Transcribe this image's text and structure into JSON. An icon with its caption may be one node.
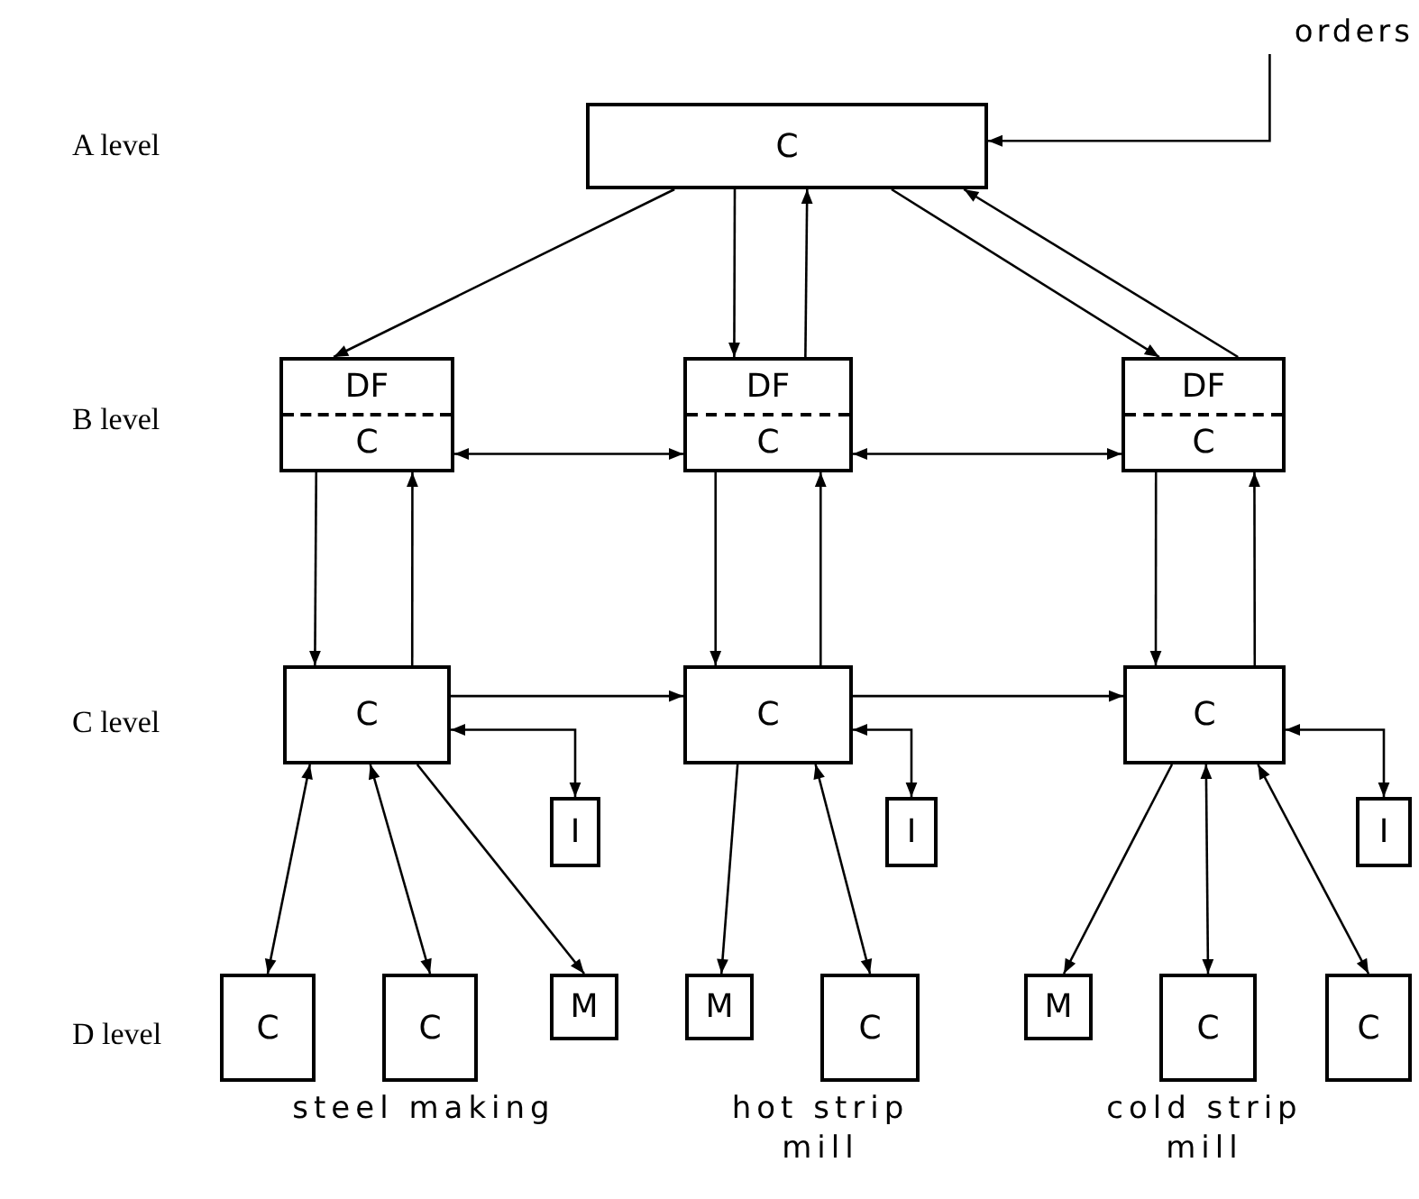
{
  "diagram": {
    "nodes": [
      {
        "text": [
          "C"
        ]
      },
      {
        "text": [
          "orders"
        ]
      },
      {
        "text": [
          "DF",
          "C"
        ]
      },
      {
        "text": [
          "DF",
          "C"
        ]
      },
      {
        "text": [
          "DF",
          "C"
        ]
      },
      {
        "text": [
          "C"
        ]
      },
      {
        "text": [
          "C"
        ]
      },
      {
        "text": [
          "C"
        ]
      },
      {
        "text": [
          "I"
        ]
      },
      {
        "text": [
          "I"
        ]
      },
      {
        "text": [
          "I"
        ]
      },
      {
        "text": [
          "C"
        ]
      },
      {
        "text": [
          "C"
        ]
      },
      {
        "text": [
          "M"
        ]
      },
      {
        "text": [
          "M"
        ]
      },
      {
        "text": [
          "C"
        ]
      },
      {
        "text": [
          "M"
        ]
      },
      {
        "text": [
          "C"
        ]
      },
      {
        "text": [
          "C"
        ]
      }
    ],
    "edges": [
      {
        "from": 0,
        "to": 2,
        "arrow": "to"
      },
      {
        "from": 0,
        "to": 3,
        "arrow": "to"
      },
      {
        "from": 3,
        "to": 0,
        "arrow": "to"
      },
      {
        "from": 0,
        "to": 4,
        "arrow": "to"
      },
      {
        "from": 4,
        "to": 0,
        "arrow": "to"
      },
      {
        "from": 1,
        "to": 0,
        "arrow": "to"
      },
      {
        "from": 2,
        "to": 3,
        "arrow": "both"
      },
      {
        "from": 3,
        "to": 4,
        "arrow": "both"
      },
      {
        "from": 2,
        "to": 5,
        "arrow": "to"
      },
      {
        "from": 5,
        "to": 2,
        "arrow": "to"
      },
      {
        "from": 3,
        "to": 6,
        "arrow": "to"
      },
      {
        "from": 6,
        "to": 3,
        "arrow": "to"
      },
      {
        "from": 4,
        "to": 7,
        "arrow": "to"
      },
      {
        "from": 7,
        "to": 4,
        "arrow": "to"
      },
      {
        "from": 5,
        "to": 6,
        "arrow": "to"
      },
      {
        "from": 6,
        "to": 7,
        "arrow": "to"
      },
      {
        "from": 5,
        "to": 8,
        "arrow": "both"
      },
      {
        "from": 6,
        "to": 9,
        "arrow": "both"
      },
      {
        "from": 7,
        "to": 10,
        "arrow": "both"
      },
      {
        "from": 5,
        "to": 11,
        "arrow": "both"
      },
      {
        "from": 5,
        "to": 12,
        "arrow": "both"
      },
      {
        "from": 5,
        "to": 13,
        "arrow": "to"
      },
      {
        "from": 6,
        "to": 14,
        "arrow": "to"
      },
      {
        "from": 6,
        "to": 15,
        "arrow": "both"
      },
      {
        "from": 7,
        "to": 16,
        "arrow": "to"
      },
      {
        "from": 7,
        "to": 17,
        "arrow": "both"
      },
      {
        "from": 7,
        "to": 18,
        "arrow": "both"
      }
    ],
    "labels": [
      "A level",
      "B level",
      "C level",
      "D level",
      "steel making",
      "hot strip mill",
      "cold strip mill"
    ]
  }
}
